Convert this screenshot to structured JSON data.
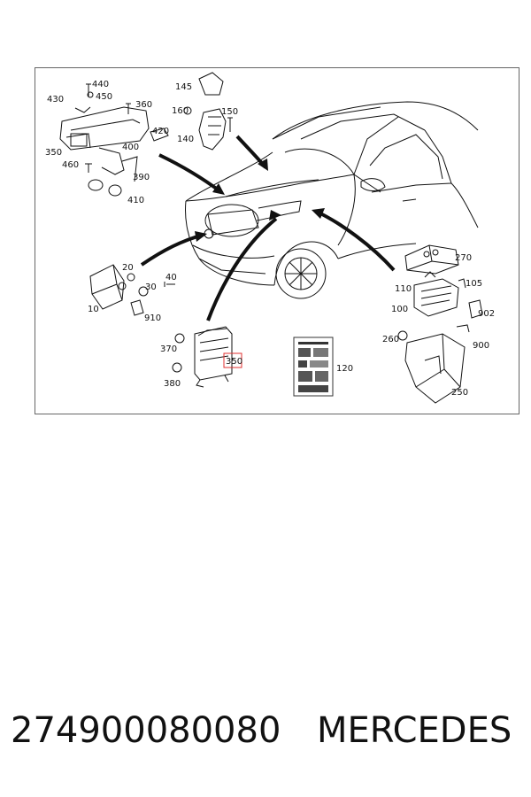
{
  "diagram": {
    "part_labels": {
      "p440": "440",
      "p450": "450",
      "p430": "430",
      "p360": "360",
      "p350a": "350",
      "p460": "460",
      "p400": "400",
      "p390": "390",
      "p410": "410",
      "p420": "420",
      "p145": "145",
      "p160": "160",
      "p150": "150",
      "p140": "140",
      "p20": "20",
      "p40": "40",
      "p30": "30",
      "p10": "10",
      "p910": "910",
      "p370": "370",
      "p380": "380",
      "p350b": "350",
      "p120": "120",
      "p270": "270",
      "p110": "110",
      "p105": "105",
      "p100": "100",
      "p902": "902",
      "p260": "260",
      "p900": "900",
      "p250": "250"
    },
    "highlight_color": "#e03030",
    "line_color": "#111111"
  },
  "footer": {
    "part_number": "274900080080",
    "brand": "MERCEDES"
  }
}
